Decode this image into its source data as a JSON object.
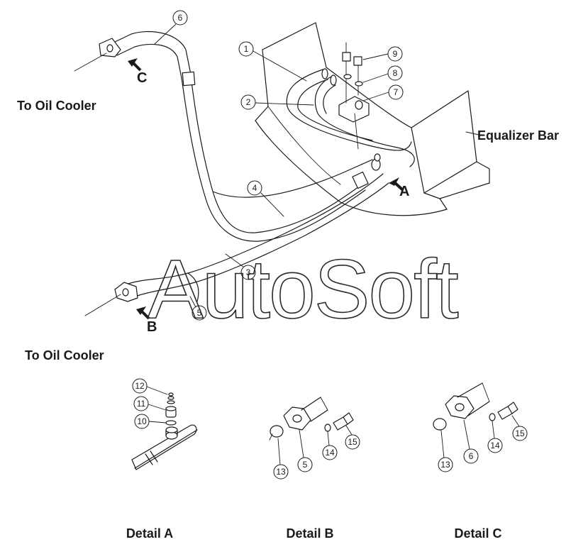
{
  "labels": {
    "oil_cooler_top": "To Oil Cooler",
    "oil_cooler_bottom": "To Oil Cooler",
    "equalizer_bar": "Equalizer Bar",
    "arrow_a": "A",
    "arrow_b": "B",
    "arrow_c": "C",
    "watermark": "AutoSoft"
  },
  "details": {
    "a": "Detail A",
    "b": "Detail B",
    "c": "Detail C"
  },
  "callouts": {
    "c1": "1",
    "c2": "2",
    "c3": "3",
    "c4": "4",
    "c5": "5",
    "c6": "6",
    "c7": "7",
    "c8": "8",
    "c9": "9",
    "c10": "10",
    "c11": "11",
    "c12": "12",
    "c13b": "13",
    "c5b": "5",
    "c14b": "14",
    "c15b": "15",
    "c13c": "13",
    "c6c": "6",
    "c14c": "14",
    "c15c": "15"
  }
}
